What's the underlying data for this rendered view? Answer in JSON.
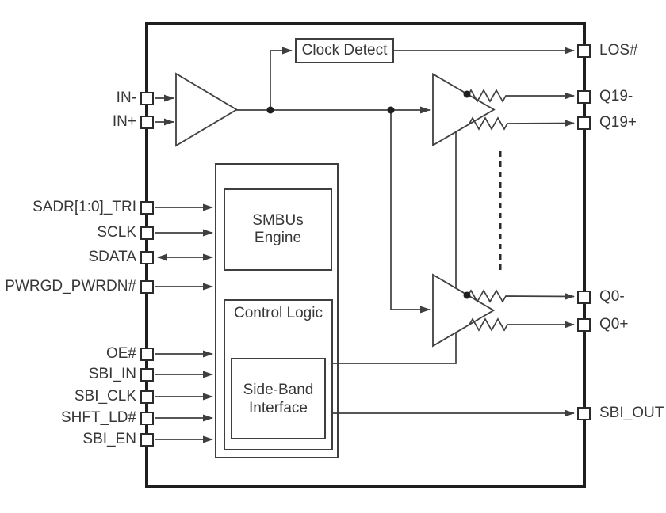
{
  "diagram": {
    "colors": {
      "background": "#ffffff",
      "line": "#3f3f3f",
      "chip_border": "#1e1e1e",
      "text": "#383838"
    },
    "blocks": {
      "clock_detect": "Clock Detect",
      "smbus_engine": {
        "line1": "SMBUs",
        "line2": "Engine"
      },
      "control_logic": "Control Logic",
      "side_band": {
        "line1": "Side-Band",
        "line2": "Interface"
      }
    },
    "pins": {
      "left": [
        {
          "label": "IN-"
        },
        {
          "label": "IN+"
        },
        {
          "label": "SADR[1:0]_TRI"
        },
        {
          "label": "SCLK"
        },
        {
          "label": "SDATA"
        },
        {
          "label": "PWRGD_PWRDN#"
        },
        {
          "label": "OE#"
        },
        {
          "label": "SBI_IN"
        },
        {
          "label": "SBI_CLK"
        },
        {
          "label": "SHFT_LD#"
        },
        {
          "label": "SBI_EN"
        }
      ],
      "right": [
        {
          "label": "LOS#"
        },
        {
          "label": "Q19-"
        },
        {
          "label": "Q19+"
        },
        {
          "label": "Q0-"
        },
        {
          "label": "Q0+"
        },
        {
          "label": "SBI_OUT"
        }
      ]
    }
  }
}
